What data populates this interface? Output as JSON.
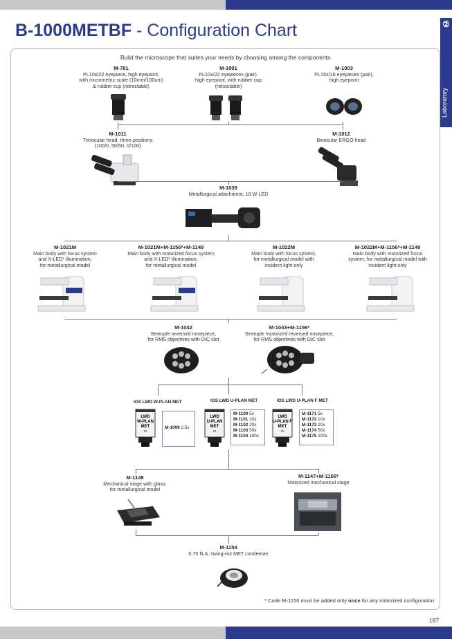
{
  "title": {
    "code": "B-1000METBF",
    "rest": " - Configuration Chart"
  },
  "side_tab": {
    "number": "②",
    "label": "Laboratory"
  },
  "intro": "Build the microscope that suites your needs by choosing among the components",
  "eyepieces": [
    {
      "code": "M-781",
      "desc": [
        "PL10x/22 eyepiece, high eyepoint,",
        "with micrometric scale (10mm/100um)",
        "& rubber cup (retractable)"
      ]
    },
    {
      "code": "M-1001",
      "desc": [
        "PL10x/22 eyepieces (pair),",
        "high eyepoint, with rubber cup",
        "(retractable)"
      ]
    },
    {
      "code": "M-1003",
      "desc": [
        "PL15x/16 eyepieces (pair),",
        "high eyepoint"
      ]
    }
  ],
  "heads": [
    {
      "code": "M-1011",
      "desc": [
        "Trinocular head, three positions",
        "(100/0, 50/50, 0/100)"
      ]
    },
    {
      "code": "M-1012",
      "desc": [
        "Binocular ERGO head"
      ]
    }
  ],
  "attachment": {
    "code": "M-1039",
    "desc": [
      "Metallurgical attachment, 18 W LED"
    ]
  },
  "bodies": [
    {
      "code": "M-1021M",
      "desc": [
        "Main body with focus system",
        "and X-LED³ illumination,",
        "for metallurgical model"
      ]
    },
    {
      "code": "M-1021M+M-1156*+M-1149",
      "desc": [
        "Main body with motorized focus system",
        "and X-LED³ illumination,",
        "for metallurgical model"
      ]
    },
    {
      "code": "M-1022M",
      "desc": [
        "Main body with focus system,",
        "for metallurgical model with",
        "incident light only"
      ]
    },
    {
      "code": "M-1022M+M-1156*+M-1149",
      "desc": [
        "Main body with motorized focus",
        "system, for metallurgical model with",
        "incident light only"
      ]
    }
  ],
  "nosepieces": [
    {
      "code": "M-1042",
      "desc": [
        "Sextuple reversed nosepiece,",
        "for RMS objectives with DIC slot"
      ]
    },
    {
      "code": "M-1043+M-1156*",
      "desc": [
        "Sextuple motorized reversed nosepiece,",
        "for RMS objectives with DIC slot"
      ]
    }
  ],
  "objectives": [
    {
      "heading": "IOS LWD W-PLAN MET",
      "barrel": [
        "LWD",
        "W-PLAN",
        "MET",
        "∞"
      ],
      "items": [
        {
          "code": "M-1099",
          "mag": "2.5x"
        }
      ]
    },
    {
      "heading": "IOS LWD U-PLAN MET",
      "barrel": [
        "LWD",
        "U-PLAN",
        "MET",
        "∞"
      ],
      "items": [
        {
          "code": "M-1100",
          "mag": "5x"
        },
        {
          "code": "M-1101",
          "mag": "10x"
        },
        {
          "code": "M-1102",
          "mag": "20x"
        },
        {
          "code": "M-1103",
          "mag": "50x"
        },
        {
          "code": "M-1104",
          "mag": "100x"
        }
      ]
    },
    {
      "heading": "IOS LWD U-PLAN F MET",
      "barrel": [
        "LWD",
        "U-PLAN F",
        "MET",
        "∞"
      ],
      "items": [
        {
          "code": "M-1171",
          "mag": "5x"
        },
        {
          "code": "M-1172",
          "mag": "10x"
        },
        {
          "code": "M-1173",
          "mag": "20x"
        },
        {
          "code": "M-1174",
          "mag": "50x"
        },
        {
          "code": "M-1175",
          "mag": "100x"
        }
      ]
    }
  ],
  "stages": [
    {
      "code": "M-1148",
      "desc": [
        "Mechanical stage with glass,",
        "for metallurgical model"
      ]
    },
    {
      "code": "M-1147+M-1156*",
      "desc": [
        "Motorized mechanical stage"
      ]
    }
  ],
  "condenser": {
    "code": "M-1154",
    "desc": [
      "0.70 N.A. swing-out MET condenser"
    ]
  },
  "note": {
    "pre": "* Code M-1156 must be added only ",
    "bold": "once",
    "post": " for any motorized configuration"
  },
  "page_number": "187",
  "colors": {
    "brand_blue": "#2b3a8a",
    "gray_bar": "#c8c8c8",
    "frame": "#b8b8b8"
  }
}
